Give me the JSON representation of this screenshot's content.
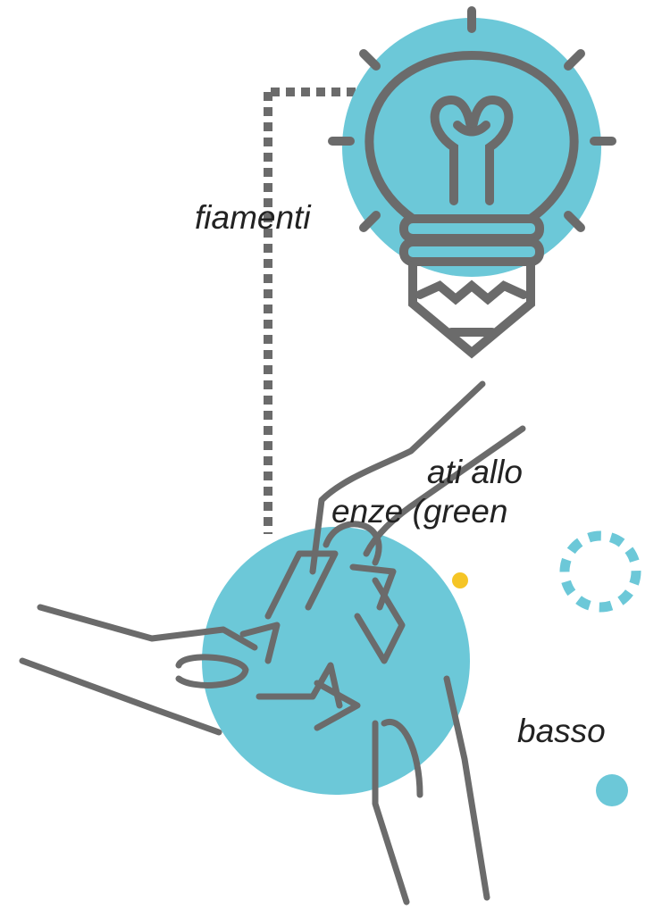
{
  "text_fragments": [
    "fiamenti",
    "ati allo",
    "enze (green",
    "basso"
  ],
  "colors": {
    "accent_teal": "#6cc8d8",
    "line_gray": "#6b6b6b",
    "accent_yellow": "#f5c526",
    "text_dark": "#222222",
    "background": "#ffffff"
  },
  "icons": [
    "lightbulb-pencil-icon",
    "recycle-hands-icon",
    "dashed-circle-decoration",
    "yellow-dot",
    "teal-dot"
  ]
}
